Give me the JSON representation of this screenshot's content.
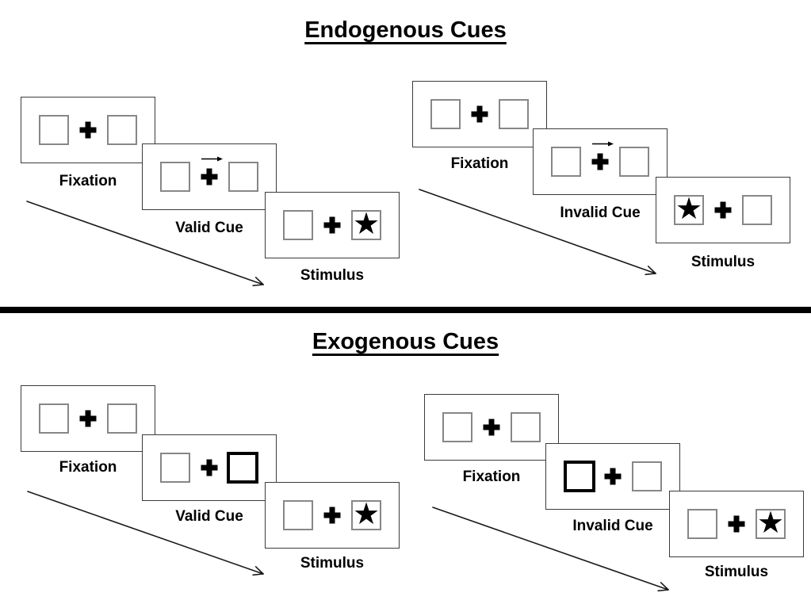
{
  "glyphs": {
    "star": "★"
  },
  "colors": {
    "background": "#ffffff",
    "panel_border": "#3b3b3b",
    "box_border": "#878787",
    "cue_highlight_border": "#000000",
    "divider": "#000000",
    "text": "#000000"
  },
  "sections": [
    {
      "title": "Endogenous Cues",
      "sequences": [
        {
          "condition": "valid",
          "panels": [
            {
              "label": "Fixation"
            },
            {
              "label": "Valid Cue"
            },
            {
              "label": "Stimulus"
            }
          ]
        },
        {
          "condition": "invalid",
          "panels": [
            {
              "label": "Fixation"
            },
            {
              "label": "Invalid Cue"
            },
            {
              "label": "Stimulus"
            }
          ]
        }
      ]
    },
    {
      "title": "Exogenous Cues",
      "sequences": [
        {
          "condition": "valid",
          "panels": [
            {
              "label": "Fixation"
            },
            {
              "label": "Valid Cue"
            },
            {
              "label": "Stimulus"
            }
          ]
        },
        {
          "condition": "invalid",
          "panels": [
            {
              "label": "Fixation"
            },
            {
              "label": "Invalid Cue"
            },
            {
              "label": "Stimulus"
            }
          ]
        }
      ]
    }
  ]
}
